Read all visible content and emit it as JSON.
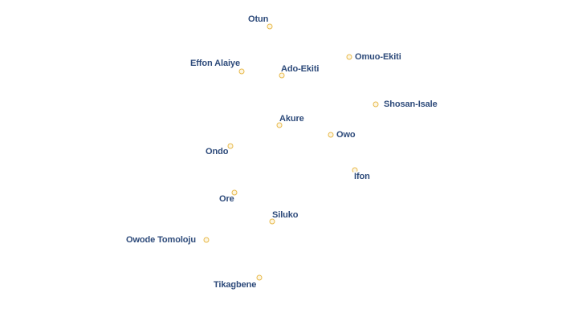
{
  "map": {
    "colors": {
      "marker_stroke": "#e8b94a",
      "label_text": "#2d4a7a",
      "label_halo": "#ffffff"
    },
    "places": [
      {
        "name": "Otun"
      },
      {
        "name": "Effon Alaiye"
      },
      {
        "name": "Ado-Ekiti"
      },
      {
        "name": "Omuo-Ekiti"
      },
      {
        "name": "Shosan-Isale"
      },
      {
        "name": "Akure"
      },
      {
        "name": "Owo"
      },
      {
        "name": "Ondo"
      },
      {
        "name": "Ifon"
      },
      {
        "name": "Ore"
      },
      {
        "name": "Siluko"
      },
      {
        "name": "Owode Tomoloju"
      },
      {
        "name": "Tikagbene"
      }
    ]
  }
}
